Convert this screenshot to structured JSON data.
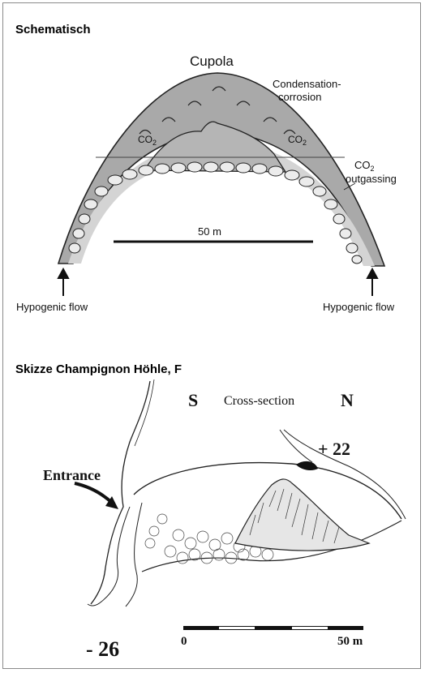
{
  "panel1": {
    "title": "Schematisch",
    "cupola": "Cupola",
    "condensation_1": "Condensation-",
    "condensation_2": "corrosion",
    "co2_left": "CO",
    "co2_right": "CO",
    "co2_right_outer": "CO",
    "co2_sub": "2",
    "outgassing": "outgassing",
    "scale": "50 m",
    "flow_left": "Hypogenic flow",
    "flow_right": "Hypogenic flow"
  },
  "panel2": {
    "title": "Skizze Champignon Höhle, F",
    "dir_s": "S",
    "cross_section": "Cross-section",
    "dir_n": "N",
    "top_elev": "+ 22",
    "entrance": "Entrance",
    "bottom_elev": "- 26",
    "scale_zero": "0",
    "scale_end": "50 m"
  },
  "colors": {
    "dome_fill": "#a9a9a9",
    "lining_fill": "#d4d4d4",
    "line": "#222222"
  }
}
